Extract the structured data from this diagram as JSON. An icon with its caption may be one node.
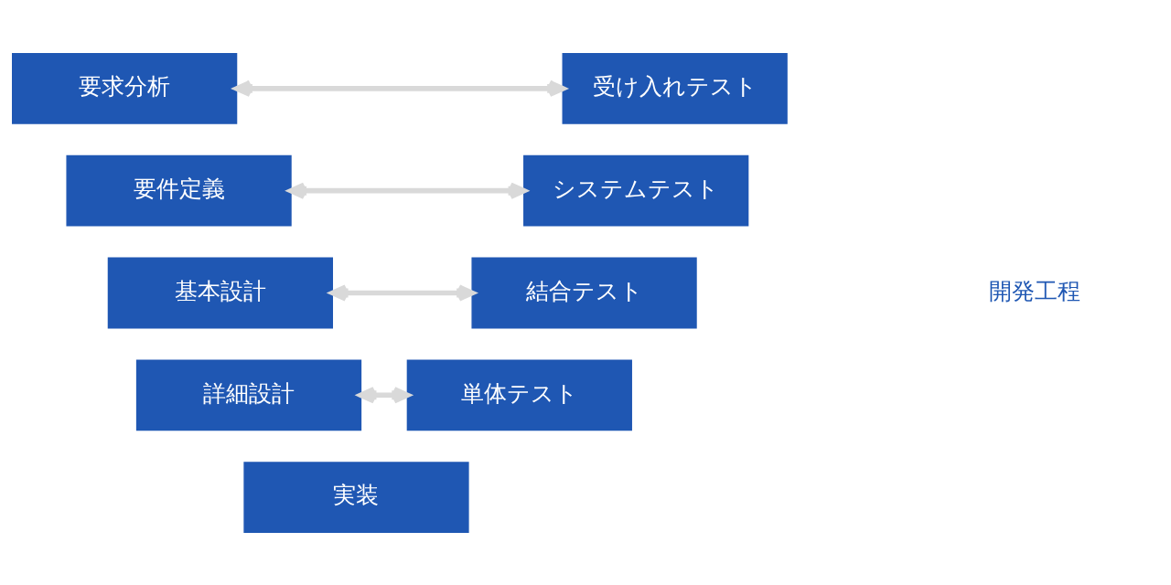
{
  "diagram": {
    "nodes": [
      {
        "text": [
          "要求分析"
        ]
      },
      {
        "text": [
          "受け入れテスト"
        ]
      },
      {
        "text": [
          "要件定義"
        ]
      },
      {
        "text": [
          "システムテスト"
        ]
      },
      {
        "text": [
          "基本設計"
        ]
      },
      {
        "text": [
          "結合テスト"
        ]
      },
      {
        "text": [
          "詳細設計"
        ]
      },
      {
        "text": [
          "単体テスト"
        ]
      },
      {
        "text": [
          "実装"
        ]
      }
    ],
    "edges": [
      {
        "from": 0,
        "to": 1,
        "arrow": "both"
      },
      {
        "from": 2,
        "to": 3,
        "arrow": "both"
      },
      {
        "from": 4,
        "to": 5,
        "arrow": "both"
      },
      {
        "from": 6,
        "to": 7,
        "arrow": "both"
      }
    ],
    "labels": [
      "開発工程"
    ]
  }
}
